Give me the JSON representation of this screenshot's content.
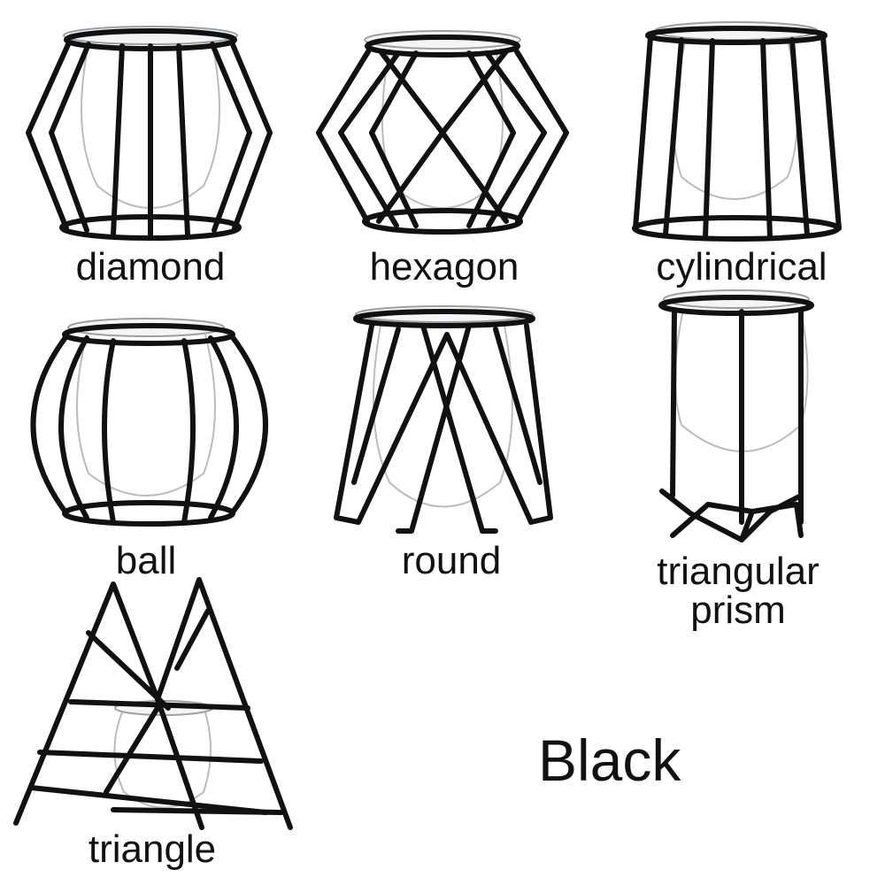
{
  "colors": {
    "frame": "#111111",
    "glass": "#b8bcc0",
    "background": "#ffffff"
  },
  "title": "Black",
  "items": [
    {
      "label": "diamond"
    },
    {
      "label": "hexagon"
    },
    {
      "label": "cylindrical"
    },
    {
      "label": "ball"
    },
    {
      "label": "round"
    },
    {
      "label": "triangular",
      "label2": "prism"
    },
    {
      "label": "triangle"
    }
  ]
}
